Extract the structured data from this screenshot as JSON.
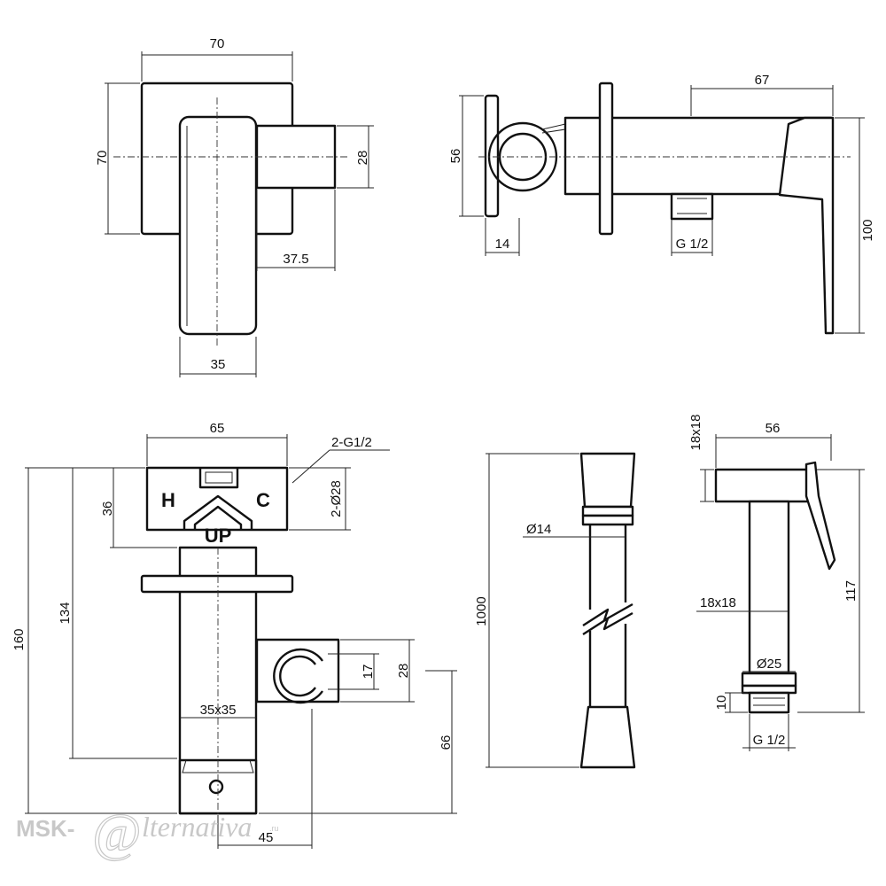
{
  "dimensions": {
    "top_left": {
      "width": "70",
      "height": "70",
      "arm": "28",
      "arm_len": "37.5",
      "body_w": "35"
    },
    "top_right": {
      "length": "67",
      "flange": "56",
      "flange_t": "14",
      "thread": "G 1/2",
      "height": "100"
    },
    "bottom_left": {
      "width": "65",
      "thread": "2-G1/2",
      "dia": "2-Ø28",
      "h36": "36",
      "h134": "134",
      "h160": "160",
      "hot": "H",
      "cold": "C",
      "up": "UP",
      "section": "35x35",
      "holder": "28",
      "holder_in": "17",
      "h66": "66",
      "offset": "45"
    },
    "hose": {
      "dia": "Ø14",
      "length": "1000"
    },
    "sprayer": {
      "head": "18x18",
      "width": "56",
      "stem": "18x18",
      "height": "117",
      "nut": "Ø25",
      "thread_len": "10",
      "thread": "G 1/2"
    }
  },
  "watermark": {
    "brand": "MSK-",
    "at": "@",
    "script": "lternativa",
    "suffix": ".ru"
  }
}
